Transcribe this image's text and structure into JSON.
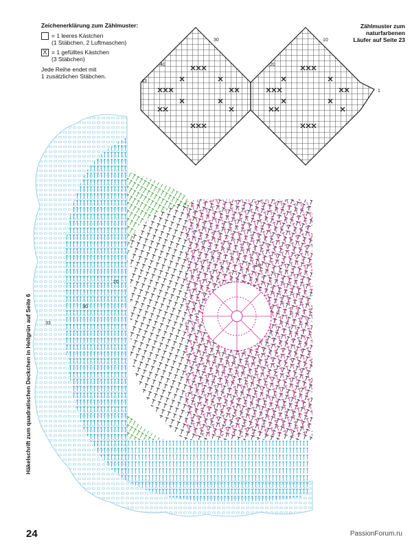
{
  "legend": {
    "title": "Zeichenerklärung zum Zählmuster:",
    "empty_line1": "= 1 leeres Kästchen",
    "empty_line2": "(1 Stäbchen, 2 Luftmaschen)",
    "filled_mark": "X",
    "filled_line1": "= 1 gefülltes Kästchen",
    "filled_line2": "(3 Stäbchen)",
    "note_line1": "Jede Reihe endet mit",
    "note_line2": "1 zusätzlichen Stäbchen."
  },
  "chart_note": {
    "line1": "Zählmuster zum",
    "line2": "naturfarbenen",
    "line3": "Läufer auf Seite 23"
  },
  "row_numbers": {
    "n1": "1",
    "n10": "10",
    "n20": "20",
    "n30": "30",
    "n40": "40",
    "n43": "43"
  },
  "diagram_caption": "Häkelschrift zum quadratischen Deckchen in Hellgrün auf Seite 6",
  "round_numbers": {
    "r10": "10",
    "r20": "20",
    "r30": "30",
    "r33": "33"
  },
  "page_number": "24",
  "site": "PassionForum.ru",
  "colors": {
    "pink": "#d0359a",
    "teal": "#2aa6c8",
    "green": "#4fa84a",
    "black": "#1b1b1b",
    "lightblue": "#9ad3e6"
  }
}
